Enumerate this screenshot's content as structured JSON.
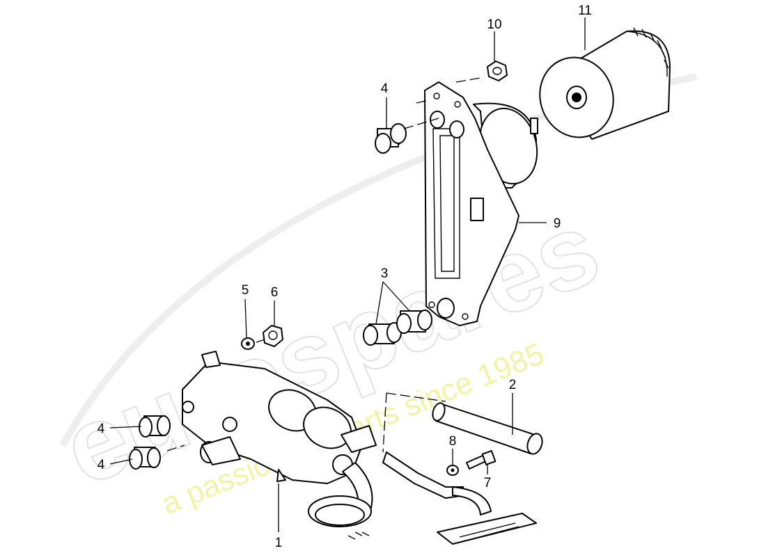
{
  "watermark": {
    "brand": "eurospares",
    "tagline": "a passion for parts since 1985"
  },
  "callouts": [
    {
      "id": "1",
      "label": "1"
    },
    {
      "id": "2",
      "label": "2"
    },
    {
      "id": "3",
      "label": "3"
    },
    {
      "id": "4a",
      "label": "4"
    },
    {
      "id": "4b",
      "label": "4"
    },
    {
      "id": "4c",
      "label": "4"
    },
    {
      "id": "5",
      "label": "5"
    },
    {
      "id": "6",
      "label": "6"
    },
    {
      "id": "7",
      "label": "7"
    },
    {
      "id": "8",
      "label": "8"
    },
    {
      "id": "9",
      "label": "9"
    },
    {
      "id": "10",
      "label": "10"
    },
    {
      "id": "11",
      "label": "11"
    }
  ],
  "colors": {
    "ink": "#000000",
    "background": "#ffffff",
    "watermark_outline": "#c9c9c9",
    "watermark_tagline": "#eef08a"
  }
}
